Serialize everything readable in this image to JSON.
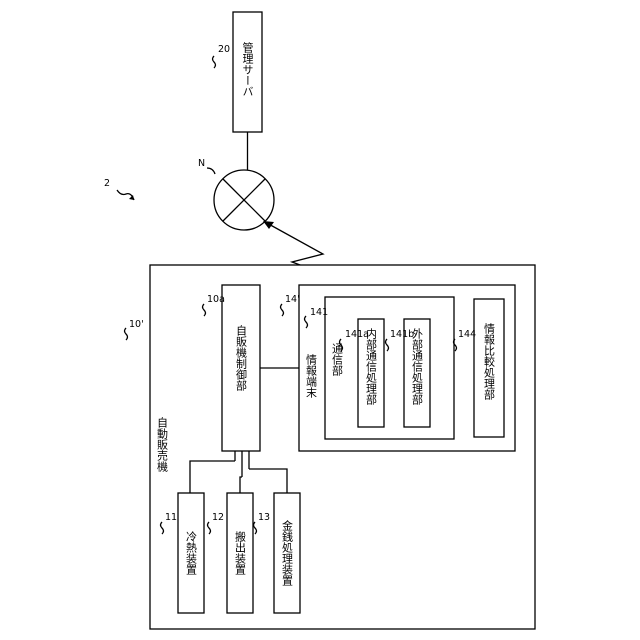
{
  "figure": {
    "ref_system": "2",
    "network": {
      "label": "N"
    },
    "server": {
      "label": "管理サーバ",
      "ref": "20"
    },
    "vending_machine": {
      "label": "自動販売機",
      "ref": "10'",
      "controller": {
        "label": "自販機制御部",
        "ref": "10a"
      },
      "devices": [
        {
          "label": "冷熱装置",
          "ref": "11"
        },
        {
          "label": "搬出装置",
          "ref": "12"
        },
        {
          "label": "金銭処理装置",
          "ref": "13"
        }
      ],
      "info_terminal": {
        "label": "情報端末",
        "ref": "14'",
        "comm": {
          "label": "通信部",
          "ref": "141",
          "internal": {
            "label": "内部通信処理部",
            "ref": "141a"
          },
          "external": {
            "label": "外部通信処理部",
            "ref": "141b"
          }
        },
        "compare": {
          "label": "情報比較処理部",
          "ref": "144"
        }
      }
    }
  }
}
